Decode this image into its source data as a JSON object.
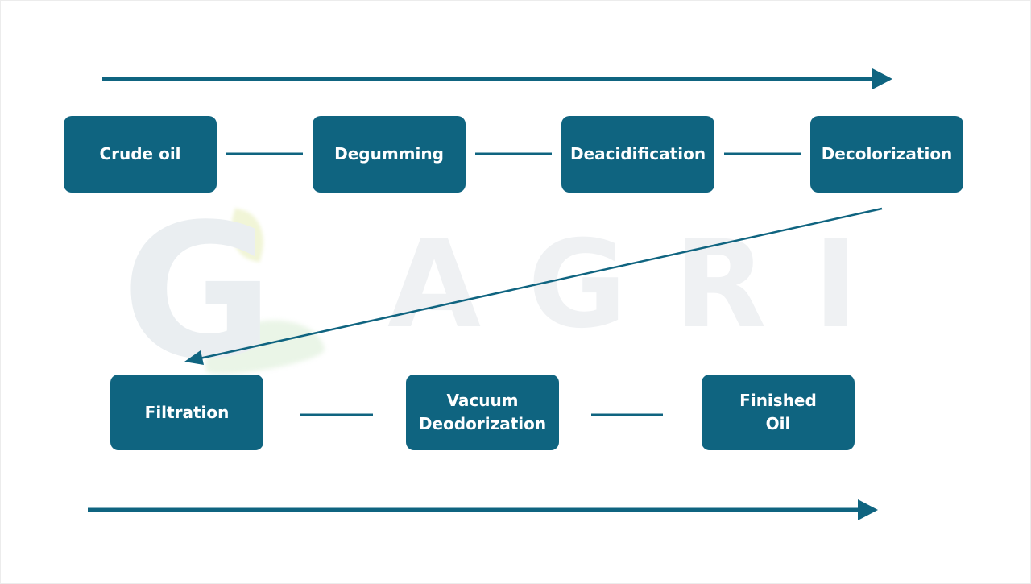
{
  "diagram": {
    "watermark": {
      "logo_letter": "G",
      "text": "AGRI"
    },
    "colors": {
      "box-bg": "#0f6480",
      "box-text": "#ffffff",
      "arrow": "#0f6480",
      "watermark-text": "#eff1f3"
    },
    "top_row": [
      {
        "label": "Crude oil"
      },
      {
        "label": "Degumming"
      },
      {
        "label": "Deacidification"
      },
      {
        "label": "Decolorization"
      }
    ],
    "bottom_row": [
      {
        "label": "Filtration"
      },
      {
        "label": "Vacuum\nDeodorization"
      },
      {
        "label": "Finished\nOil"
      }
    ]
  }
}
